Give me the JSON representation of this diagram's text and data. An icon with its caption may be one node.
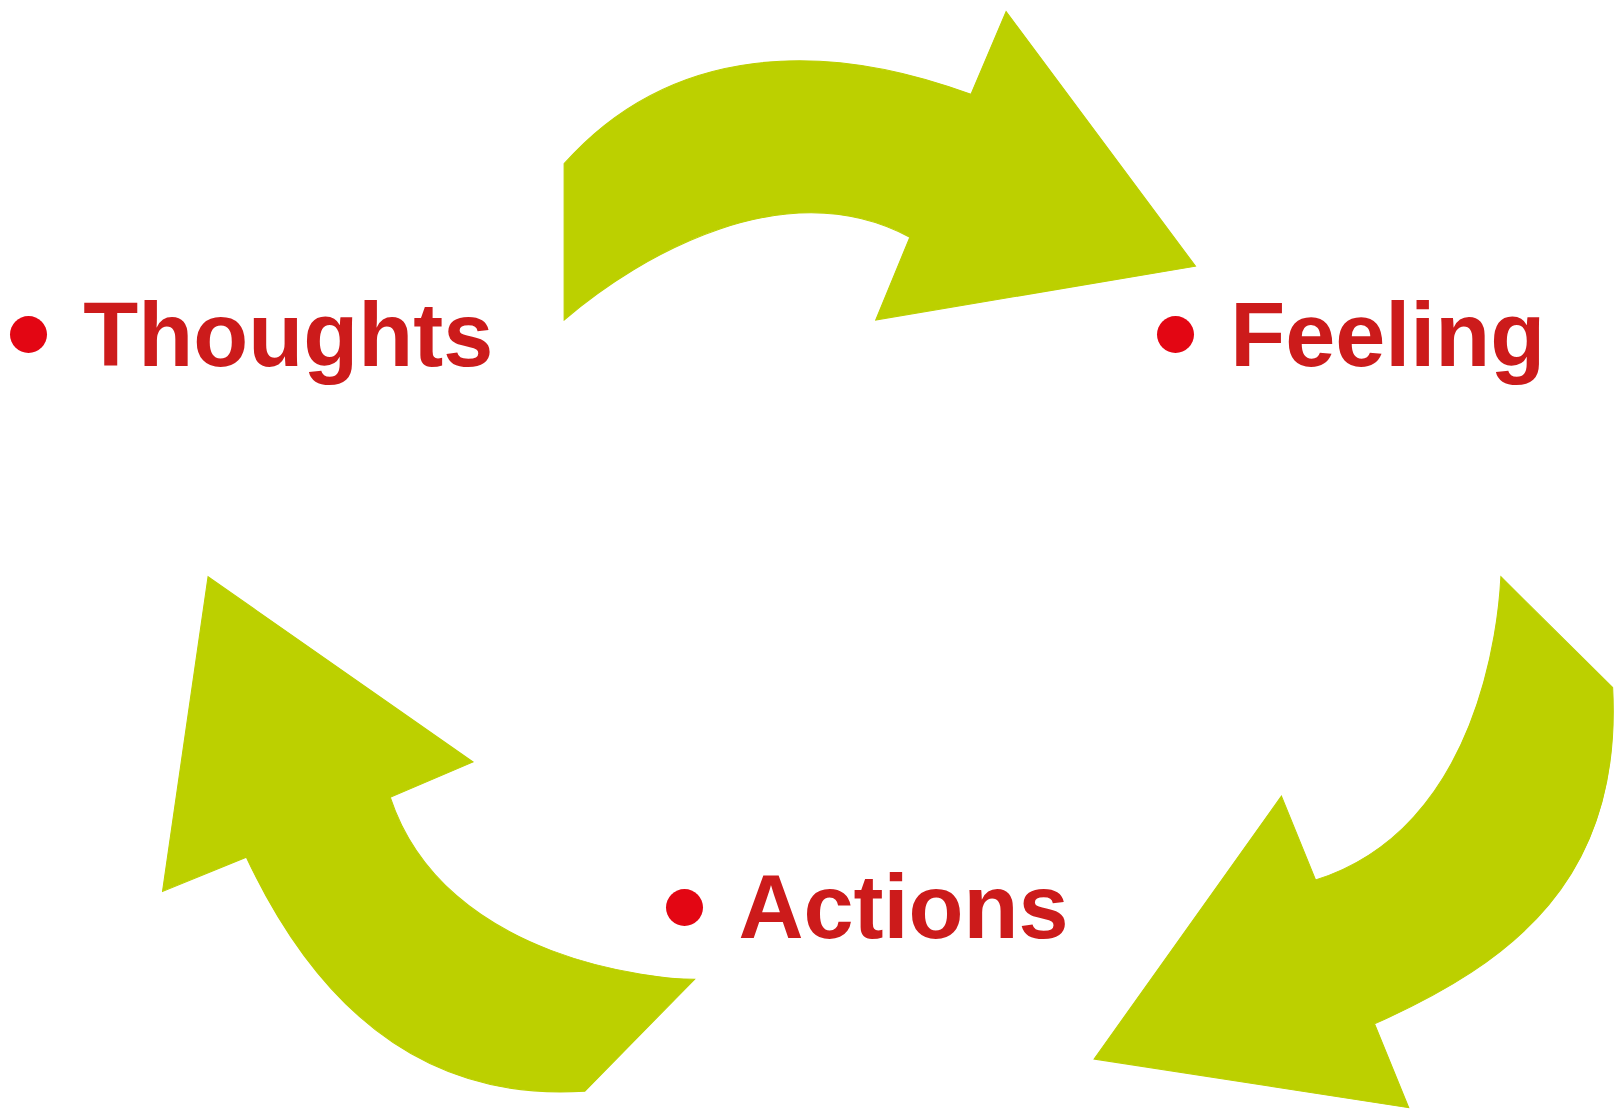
{
  "diagram": {
    "nodes": [
      {
        "text": [
          "Thoughts"
        ]
      },
      {
        "text": [
          "Feeling"
        ]
      },
      {
        "text": [
          "Actions"
        ]
      }
    ],
    "edges": [
      {
        "from": 0,
        "to": 1,
        "arrow": "to"
      },
      {
        "from": 1,
        "to": 2,
        "arrow": "to"
      },
      {
        "from": 2,
        "to": 0,
        "arrow": "to"
      }
    ]
  }
}
